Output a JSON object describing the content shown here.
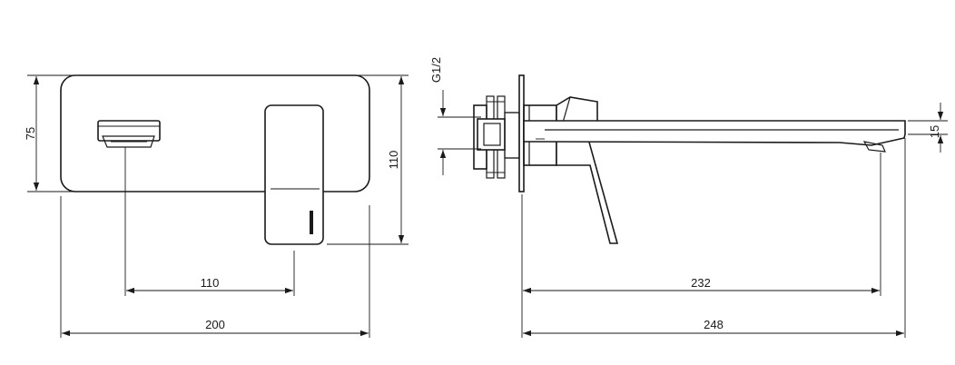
{
  "dimensions": {
    "front_height": "75",
    "front_handle_height": "110",
    "front_spout_offset": "110",
    "front_width": "200",
    "side_thread": "G1/2",
    "side_spout_height": "15",
    "side_spout_length": "232",
    "side_total_length": "248"
  }
}
